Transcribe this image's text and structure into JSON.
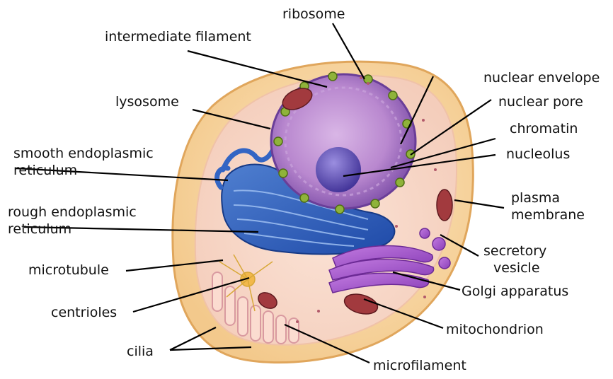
{
  "diagram": {
    "labels": {
      "ribosome": "ribosome",
      "intermediate_filament": "intermediate filament",
      "nuclear_envelope": "nuclear envelope",
      "nuclear_pore": "nuclear pore",
      "lysosome": "lysosome",
      "chromatin": "chromatin",
      "nucleolus": "nucleolus",
      "smooth_er_line1": "smooth endoplasmic",
      "smooth_er_line2": "reticulum",
      "plasma_membrane_line1": "plasma",
      "plasma_membrane_line2": "membrane",
      "rough_er_line1": "rough endoplasmic",
      "rough_er_line2": "reticulum",
      "secretory_vesicle_line1": "secretory",
      "secretory_vesicle_line2": "vesicle",
      "microtubule": "microtubule",
      "golgi_apparatus": "Golgi apparatus",
      "centrioles": "centrioles",
      "mitochondrion": "mitochondrion",
      "cilia": "cilia",
      "microfilament": "microfilament"
    }
  }
}
